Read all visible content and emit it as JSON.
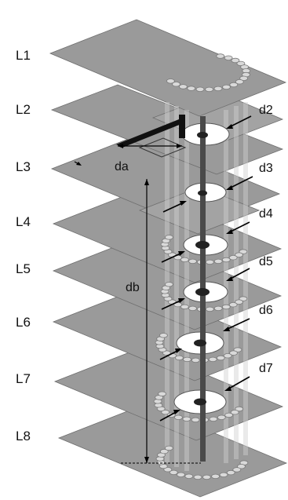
{
  "layers": [
    "L1",
    "L2",
    "L3",
    "L4",
    "L5",
    "L6",
    "L7",
    "L8"
  ],
  "dimensions": {
    "feed_gap": "da",
    "stack_height": "db"
  },
  "clearances": [
    "d2",
    "d3",
    "d4",
    "d5",
    "d6",
    "d7"
  ]
}
